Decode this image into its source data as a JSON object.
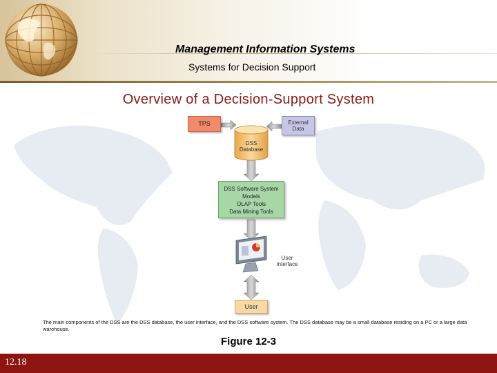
{
  "header": {
    "title": "Management Information Systems",
    "subtitle": "Systems for Decision Support"
  },
  "heading": "Overview of a Decision-Support System",
  "diagram": {
    "tps": "TPS",
    "external_data": [
      "External",
      "Data"
    ],
    "database": [
      "DSS",
      "Database"
    ],
    "software": [
      "DSS Software System",
      "Models",
      "OLAP Tools",
      "Data Mining Tools"
    ],
    "user_interface": [
      "User",
      "Interface"
    ],
    "user": "User"
  },
  "caption": "The main components of the DSS are the DSS database, the user interface, and the DSS software system. The DSS database may be a small database residing on a PC or a large data warehouse.",
  "figure_label": "Figure 12-3",
  "footer": {
    "page_number": "12.18"
  },
  "colors": {
    "footer": "#8c1512",
    "heading": "#8a1a16"
  },
  "icons": [
    "globe-icon",
    "world-map-background",
    "monitor-icon"
  ]
}
